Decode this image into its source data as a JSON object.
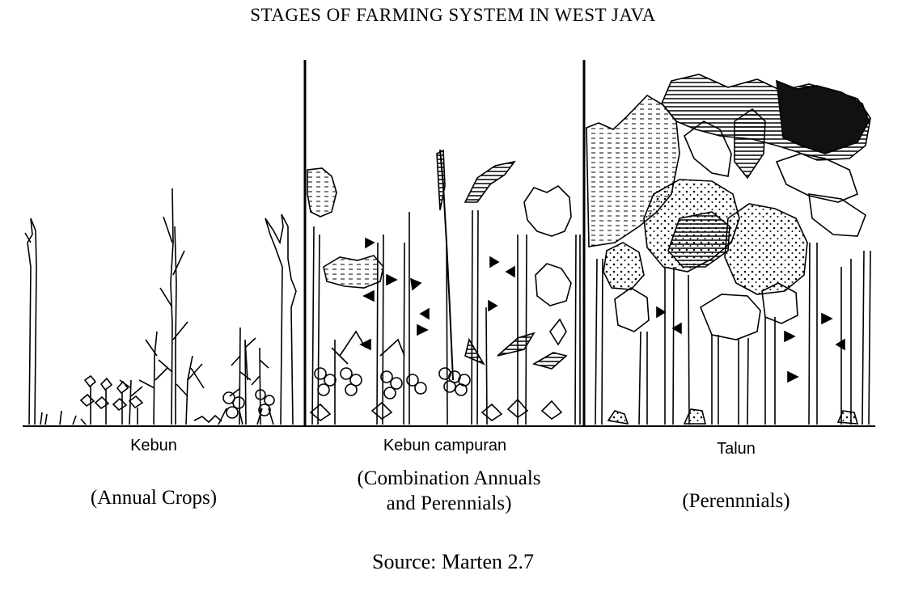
{
  "title": "STAGES OF FARMING SYSTEM IN WEST JAVA",
  "stages": [
    {
      "name": "Kebun",
      "description": "(Annual  Crops)"
    },
    {
      "name": "Kebun campuran",
      "description": "(Combination  Annuals\nand Perennials)"
    },
    {
      "name": "Talun",
      "description": "(Perennnials)"
    }
  ],
  "source": "Source:  Marten 2.7"
}
